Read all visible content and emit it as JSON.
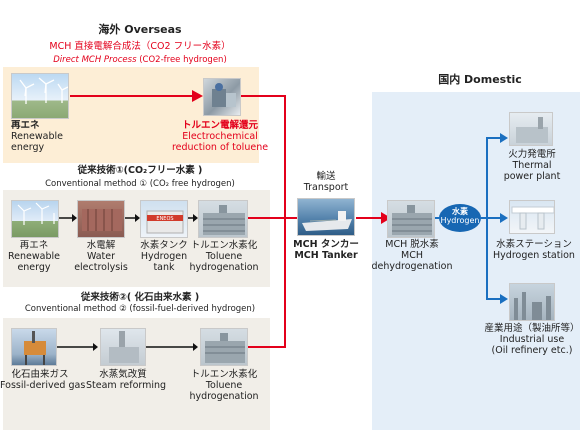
{
  "overseas": {
    "title": "海外  Overseas",
    "direct": {
      "title_ja": "MCH 直接電解合成法（CO2 フリー水素）",
      "title_en": "Direct MCH Process",
      "title_en_suffix": " (CO2-free hydrogen)",
      "renewable_ja": "再エネ",
      "renewable_en1": "Renewable",
      "renewable_en2": "energy",
      "electro_ja": "トルエン電解還元",
      "electro_en1": "Electrochemical",
      "electro_en2": "reduction of toluene"
    },
    "conv1": {
      "title_ja": "従来技術①(CO₂フリー水素 )",
      "title_en": "Conventional method ① (CO₂ free hydrogen)",
      "steps": [
        {
          "ja": "再エネ",
          "en1": "Renewable",
          "en2": "energy"
        },
        {
          "ja": "水電解",
          "en1": "Water",
          "en2": "electrolysis"
        },
        {
          "ja": "水素タンク",
          "en1": "Hydrogen",
          "en2": "tank"
        },
        {
          "ja": "トルエン水素化",
          "en1": "Toluene",
          "en2": "hydrogenation"
        }
      ]
    },
    "conv2": {
      "title_ja": "従来技術②( 化石由来水素 )",
      "title_en": "Conventional method ② (fossil-fuel-derived hydrogen)",
      "steps": [
        {
          "ja": "化石由来ガス",
          "en1": "Fossil-derived gas"
        },
        {
          "ja": "水蒸気改質",
          "en1": "Steam reforming"
        },
        {
          "ja": "トルエン水素化",
          "en1": "Toluene",
          "en2": "hydrogenation"
        }
      ]
    }
  },
  "transport": {
    "label_ja": "輸送",
    "label_en": "Transport",
    "tanker_ja": "MCH タンカー",
    "tanker_en": "MCH Tanker"
  },
  "domestic": {
    "title": "国内  Domestic",
    "dehydro_ja": "MCH 脱水素",
    "dehydro_en1": "MCH",
    "dehydro_en2": "dehydrogenation",
    "hydrogen_badge_ja": "水素",
    "hydrogen_badge_en": "Hydrogen",
    "dest": [
      {
        "ja": "火力発電所",
        "en1": "Thermal",
        "en2": "power plant"
      },
      {
        "ja": "水素ステーション",
        "en1": "Hydrogen station"
      },
      {
        "ja": "産業用途（製油所等）",
        "en1": "Industrial use",
        "en2": "(Oil refinery etc.)"
      }
    ]
  },
  "colors": {
    "accent_red": "#e3001b",
    "overseas_fill": "#fdf0dc",
    "conv_fill": "#f1eee9",
    "domestic_fill": "#e3eef9",
    "arrow_blue": "#1a6fc0"
  }
}
